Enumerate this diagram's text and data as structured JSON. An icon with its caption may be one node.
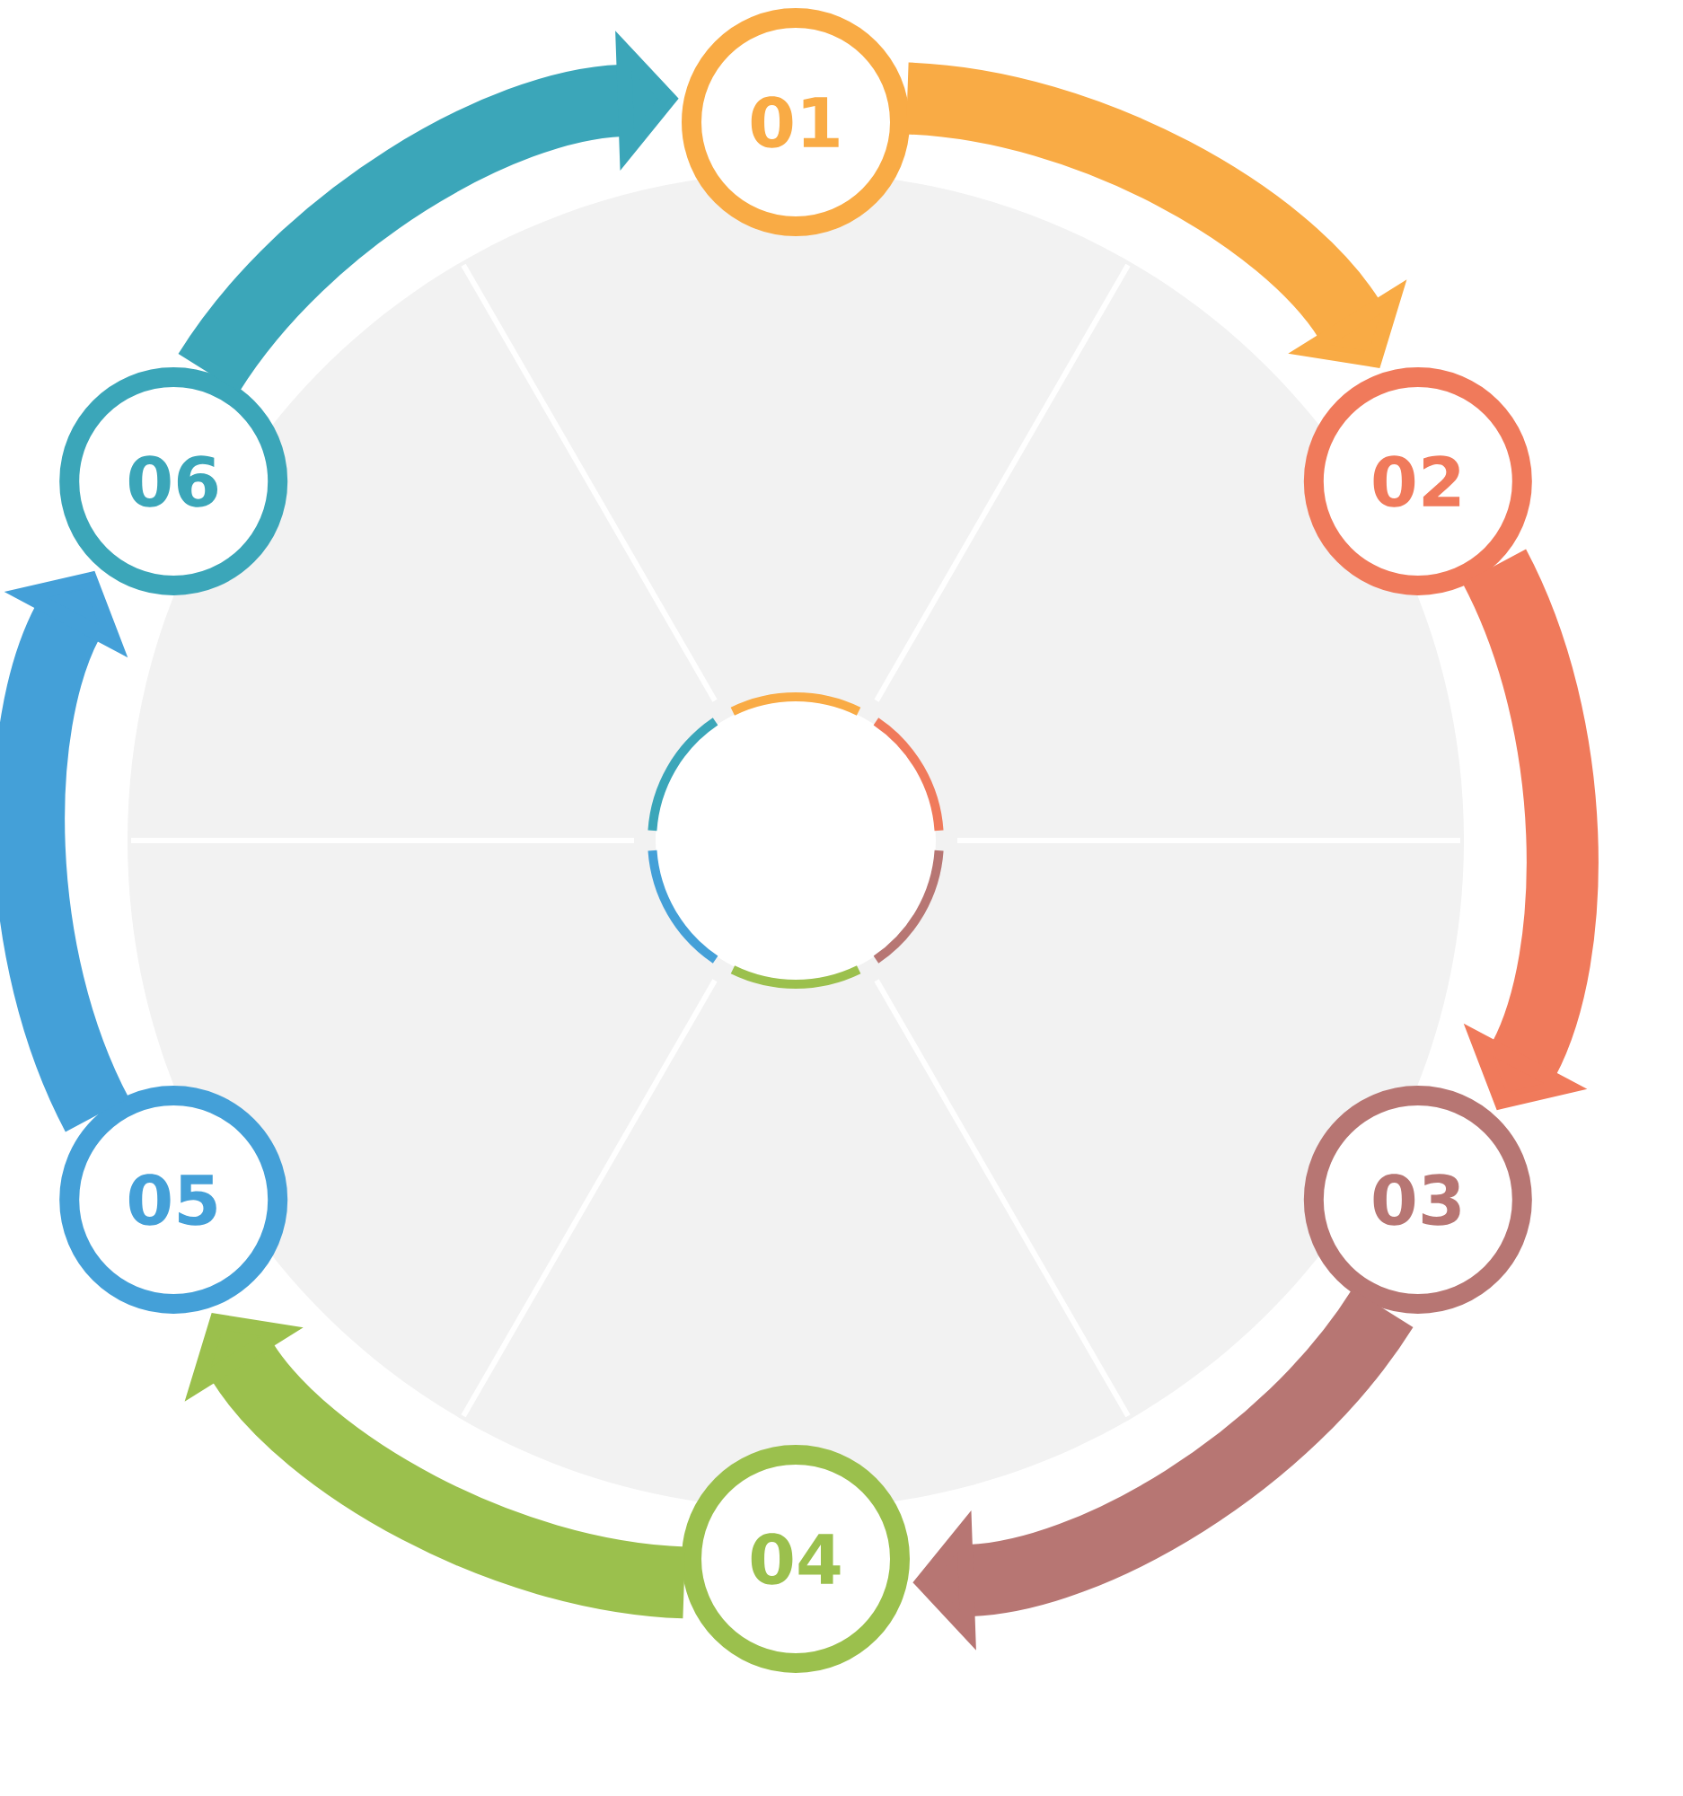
{
  "diagram": {
    "nodes": [
      {
        "text": [
          "01"
        ]
      },
      {
        "text": [
          "02"
        ]
      },
      {
        "text": [
          "03"
        ]
      },
      {
        "text": [
          "04"
        ]
      },
      {
        "text": [
          "05"
        ]
      },
      {
        "text": [
          "06"
        ]
      }
    ],
    "edges": [
      {
        "from": 0,
        "to": 1,
        "arrow": "to",
        "color": "#f9ab45"
      },
      {
        "from": 1,
        "to": 2,
        "arrow": "to",
        "color": "#f07a5b"
      },
      {
        "from": 2,
        "to": 3,
        "arrow": "to",
        "color": "#b77673"
      },
      {
        "from": 3,
        "to": 4,
        "arrow": "to",
        "color": "#9bc04d"
      },
      {
        "from": 4,
        "to": 5,
        "arrow": "to",
        "color": "#44a0d8"
      },
      {
        "from": 5,
        "to": 0,
        "arrow": "to",
        "color": "#3ba6b9"
      }
    ]
  }
}
